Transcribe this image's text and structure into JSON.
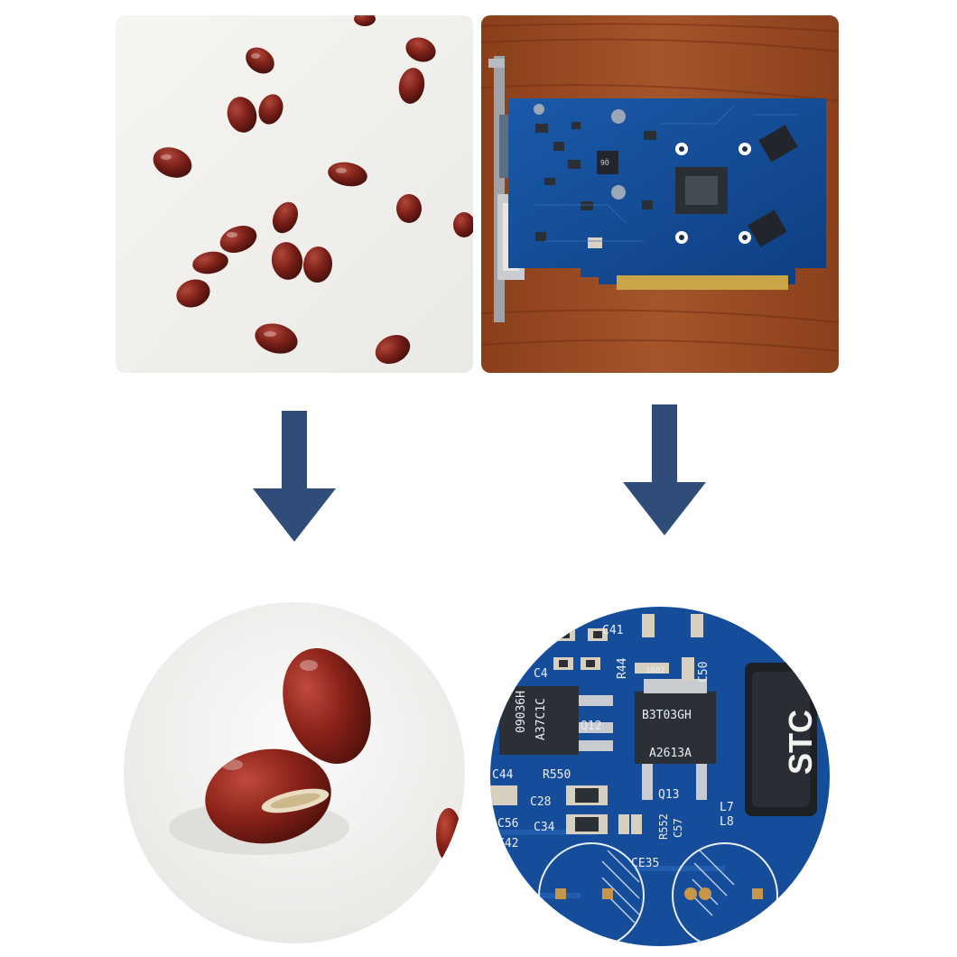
{
  "colors": {
    "arrow": "#2f4d78",
    "bean": "#7a1f18",
    "pcb": "#154d9b",
    "wood": "#9a4a22",
    "panel_bg": "#f3f2ef"
  },
  "labels": {
    "chip_top": "9Ö",
    "chip_stc": "STC",
    "silk_c41": "C41",
    "silk_c4": "C4",
    "silk_r44": "R44",
    "silk_c50": "C50",
    "silk_1802": "1802",
    "silk_q12": "Q12",
    "silk_r550": "R550",
    "silk_c44": "C44",
    "silk_c28": "C28",
    "silk_c56": "C56",
    "silk_c34": "C34",
    "silk_c42": "C42",
    "silk_q13": "Q13",
    "silk_r552": "R552",
    "silk_c57": "C57",
    "silk_l7": "L7",
    "silk_l8": "L8",
    "silk_ce35": "CE35",
    "chip_09036h": "09036H",
    "chip_a37c": "A37C1C",
    "chip_b3t03gh": "B3T03GH",
    "chip_a2613a": "A2613A"
  }
}
